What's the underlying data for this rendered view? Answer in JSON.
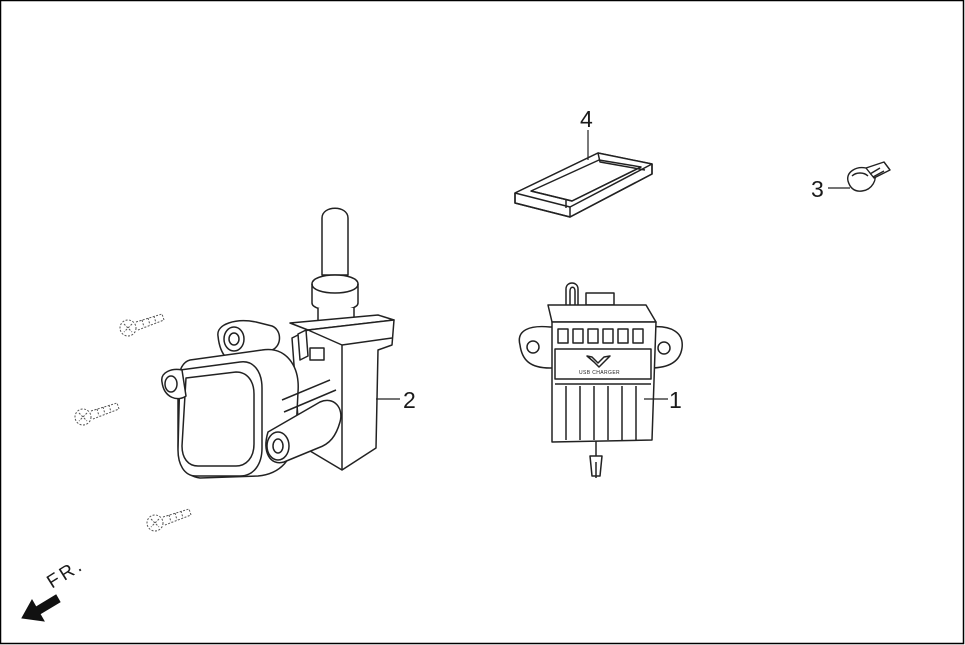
{
  "diagram": {
    "direction_label": "FR.",
    "charger_text": "USB CHARGER",
    "callouts": [
      {
        "number": "1",
        "part": "usb-charger"
      },
      {
        "number": "2",
        "part": "switch-assembly"
      },
      {
        "number": "3",
        "part": "bulb"
      },
      {
        "number": "4",
        "part": "frame-cover"
      }
    ]
  }
}
